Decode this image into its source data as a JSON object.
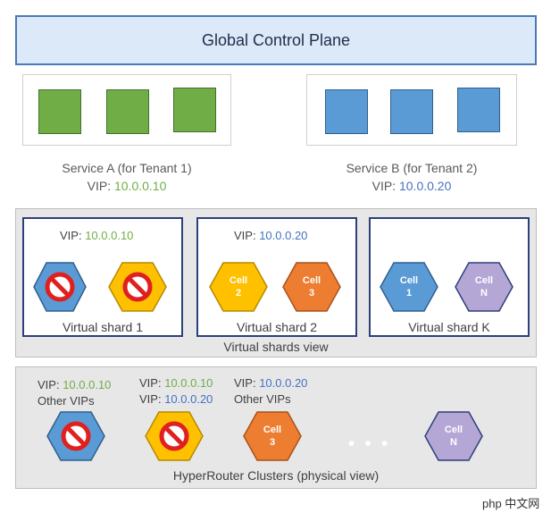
{
  "global_control_plane": "Global Control Plane",
  "service_a": {
    "label": "Service A (for Tenant 1)",
    "vip_prefix": "VIP: ",
    "vip": "10.0.0.10"
  },
  "service_b": {
    "label": "Service B (for Tenant 2)",
    "vip_prefix": "VIP: ",
    "vip": "10.0.0.20"
  },
  "virtual_shards_view": "Virtual shards view",
  "shards": [
    {
      "label": "Virtual shard 1",
      "vip_prefix": "VIP: ",
      "vip": "10.0.0.10"
    },
    {
      "label": "Virtual shard 2",
      "vip_prefix": "VIP: ",
      "vip": "10.0.0.20",
      "cells": [
        {
          "line1": "Cell",
          "line2": "2"
        },
        {
          "line1": "Cell",
          "line2": "3"
        }
      ]
    },
    {
      "label": "Virtual shard K",
      "cells": [
        {
          "line1": "Cell",
          "line2": "1"
        },
        {
          "line1": "Cell",
          "line2": "N"
        }
      ]
    }
  ],
  "physical": {
    "title": "HyperRouter Clusters (physical view)",
    "col1": {
      "vip_prefix": "VIP: ",
      "vip": "10.0.0.10",
      "other": "Other VIPs"
    },
    "col2": {
      "vip_prefix_1": "VIP: ",
      "vip_1": "10.0.0.10",
      "vip_prefix_2": "VIP: ",
      "vip_2": "10.0.0.20"
    },
    "col3": {
      "vip_prefix": "VIP: ",
      "vip": "10.0.0.20",
      "other": "Other VIPs",
      "cell": {
        "line1": "Cell",
        "line2": "3"
      }
    },
    "ellipsis": "• • •",
    "last_cell": {
      "line1": "Cell",
      "line2": "N"
    }
  },
  "watermark": "php 中文网",
  "colors": {
    "green": "#70ad47",
    "blue": "#5b9bd5",
    "yellow": "#ffc000",
    "orange": "#ed7d31",
    "purple": "#b4a7d6",
    "vip_blue": "#4472c4"
  }
}
